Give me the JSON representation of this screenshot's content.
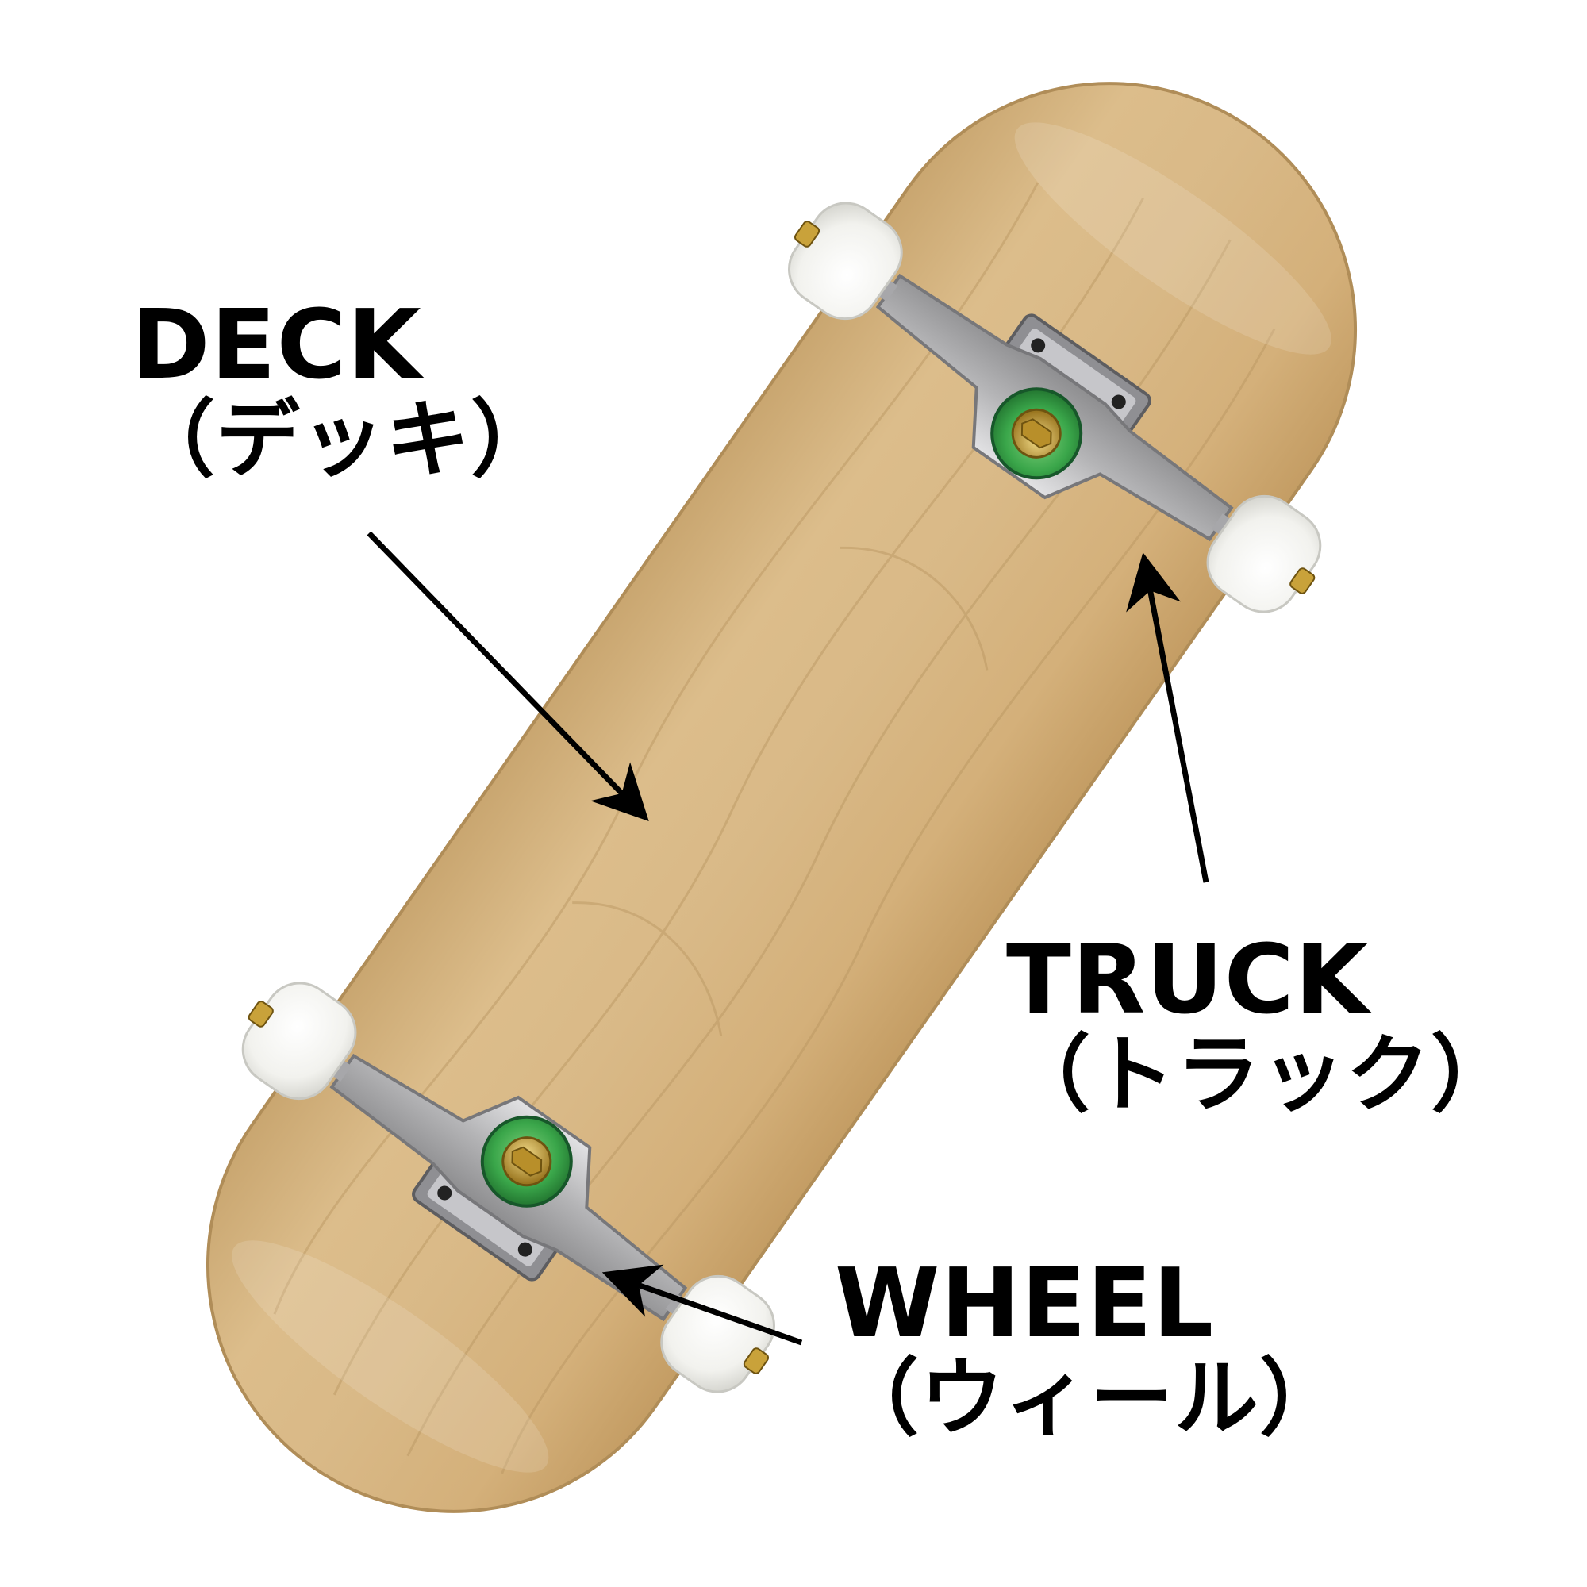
{
  "labels": {
    "deck": {
      "en": "DECK",
      "ja": "（デッキ）"
    },
    "truck": {
      "en": "TRUCK",
      "ja": "（トラック）"
    },
    "wheel": {
      "en": "WHEEL",
      "ja": "（ウィール）"
    }
  },
  "colors": {
    "deck_wood": "#d8b784",
    "deck_grain": "#b89560",
    "truck_metal": "#b9b9bb",
    "bushing": "#3aa64a",
    "nut": "#c9a23a",
    "wheel": "#f6f6f3",
    "arrow": "#000000"
  }
}
